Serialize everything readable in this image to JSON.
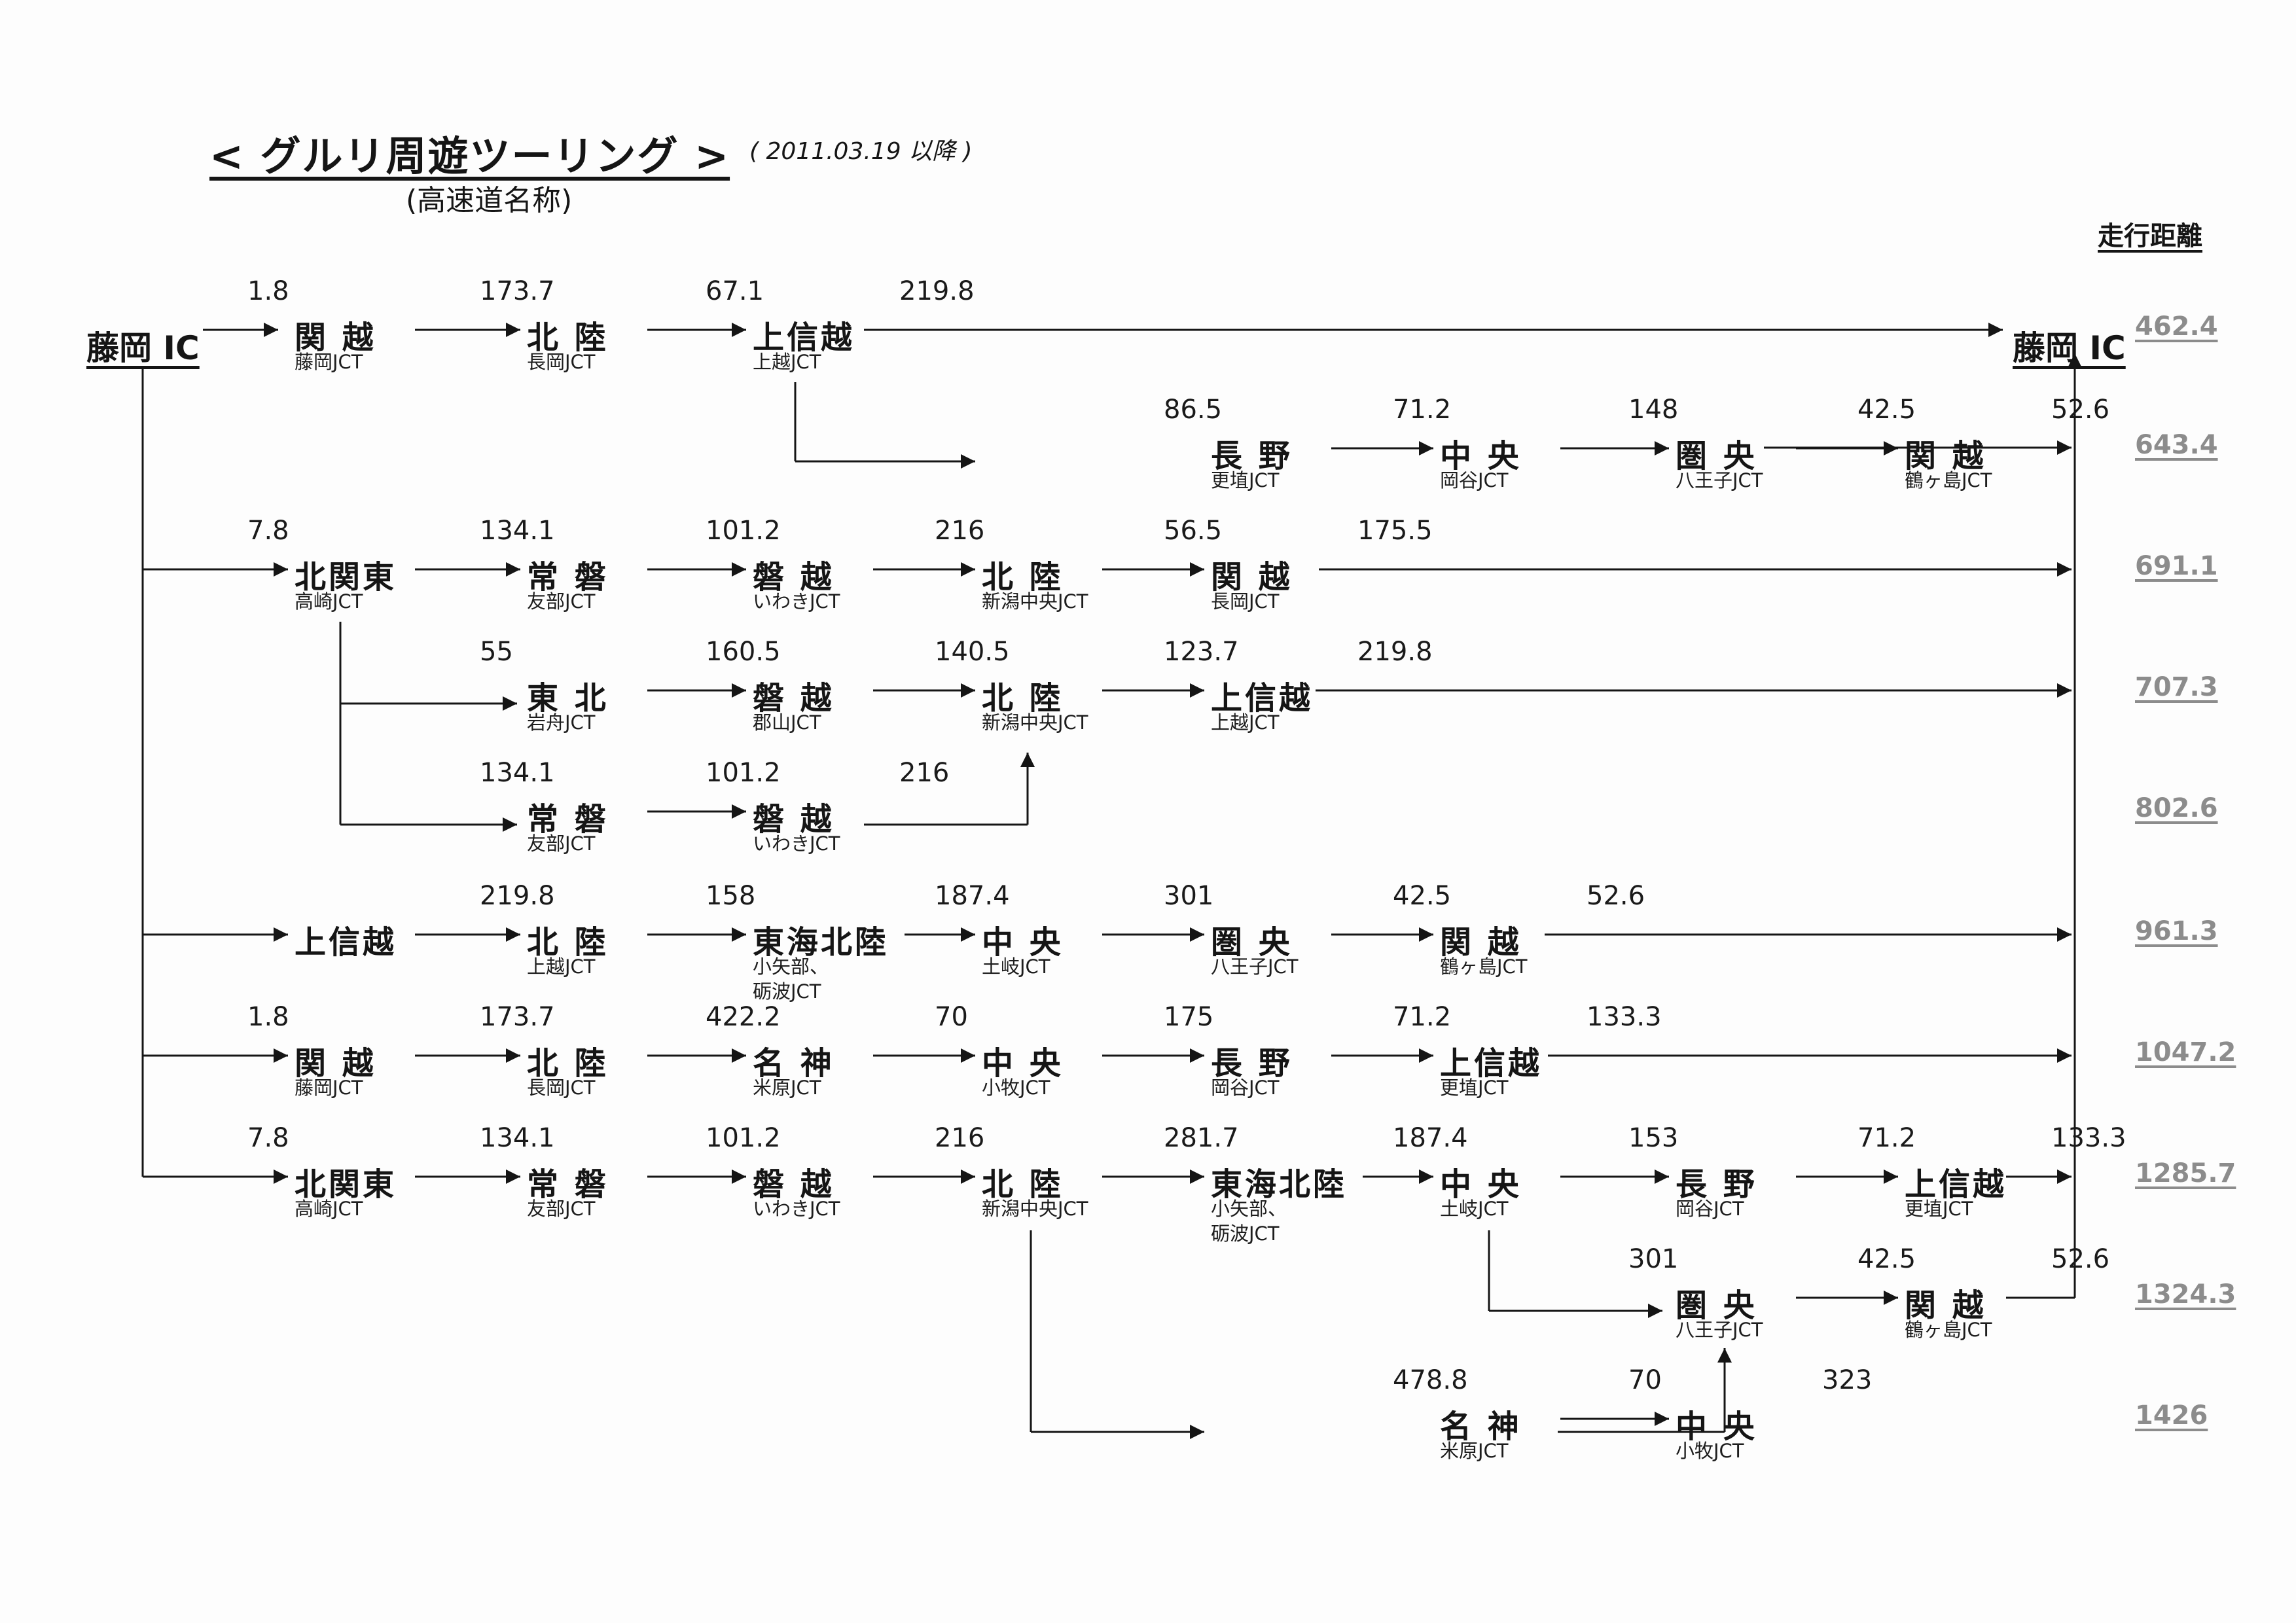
{
  "title": "< グルリ周遊ツーリング >",
  "subtitle": "(高速道名称)",
  "date": "( 2011.03.19 以降 )",
  "header_distance": "走行距離",
  "start_ic": "藤岡 IC",
  "end_ic": "藤岡 IC",
  "colors": {
    "ink": "#151515",
    "total": "#8c8c8c",
    "background": "#fdfdfd"
  },
  "routes": [
    {
      "id": "r1",
      "segments": [
        {
          "road": "関 越",
          "jct": "藤岡JCT",
          "dist": "1.8"
        },
        {
          "road": "北 陸",
          "jct": "長岡JCT",
          "dist": "173.7"
        },
        {
          "road": "上信越",
          "jct": "上越JCT",
          "dist": "67.1"
        }
      ],
      "final_dist": "219.8",
      "total": "462.4"
    },
    {
      "id": "r2",
      "segments": [
        {
          "road": "長 野",
          "jct": "更埴JCT",
          "dist": "86.5"
        },
        {
          "road": "中 央",
          "jct": "岡谷JCT",
          "dist": "71.2"
        },
        {
          "road": "圏 央",
          "jct": "八王子JCT",
          "dist": "148"
        },
        {
          "road": "関 越",
          "jct": "鶴ヶ島JCT",
          "dist": "42.5"
        }
      ],
      "final_dist": "52.6",
      "total": "643.4"
    },
    {
      "id": "r3",
      "segments": [
        {
          "road": "北関東",
          "jct": "高崎JCT",
          "dist": "7.8"
        },
        {
          "road": "常 磐",
          "jct": "友部JCT",
          "dist": "134.1"
        },
        {
          "road": "磐 越",
          "jct": "いわきJCT",
          "dist": "101.2"
        },
        {
          "road": "北 陸",
          "jct": "新潟中央JCT",
          "dist": "216"
        },
        {
          "road": "関 越",
          "jct": "長岡JCT",
          "dist": "56.5"
        }
      ],
      "final_dist": "175.5",
      "total": "691.1"
    },
    {
      "id": "r4",
      "segments": [
        {
          "road": "東 北",
          "jct": "岩舟JCT",
          "dist": "55"
        },
        {
          "road": "磐 越",
          "jct": "郡山JCT",
          "dist": "160.5"
        },
        {
          "road": "北 陸",
          "jct": "新潟中央JCT",
          "dist": "140.5"
        },
        {
          "road": "上信越",
          "jct": "上越JCT",
          "dist": "123.7"
        }
      ],
      "final_dist": "219.8",
      "total": "707.3"
    },
    {
      "id": "r5",
      "segments": [
        {
          "road": "常 磐",
          "jct": "友部JCT",
          "dist": "134.1"
        },
        {
          "road": "磐 越",
          "jct": "いわきJCT",
          "dist": "101.2"
        }
      ],
      "final_dist": "216",
      "total": "802.6"
    },
    {
      "id": "r6",
      "segments": [
        {
          "road": "上信越",
          "jct": "",
          "dist": ""
        },
        {
          "road": "北 陸",
          "jct": "上越JCT",
          "dist": "219.8"
        },
        {
          "road": "東海北陸",
          "jct": "小矢部、\n砺波JCT",
          "dist": "158"
        },
        {
          "road": "中 央",
          "jct": "土岐JCT",
          "dist": "187.4"
        },
        {
          "road": "圏 央",
          "jct": "八王子JCT",
          "dist": "301"
        },
        {
          "road": "関 越",
          "jct": "鶴ヶ島JCT",
          "dist": "42.5"
        }
      ],
      "final_dist": "52.6",
      "total": "961.3"
    },
    {
      "id": "r7",
      "segments": [
        {
          "road": "関 越",
          "jct": "藤岡JCT",
          "dist": "1.8"
        },
        {
          "road": "北 陸",
          "jct": "長岡JCT",
          "dist": "173.7"
        },
        {
          "road": "名 神",
          "jct": "米原JCT",
          "dist": "422.2"
        },
        {
          "road": "中 央",
          "jct": "小牧JCT",
          "dist": "70"
        },
        {
          "road": "長 野",
          "jct": "岡谷JCT",
          "dist": "175"
        },
        {
          "road": "上信越",
          "jct": "更埴JCT",
          "dist": "71.2"
        }
      ],
      "final_dist": "133.3",
      "total": "1047.2"
    },
    {
      "id": "r8",
      "segments": [
        {
          "road": "北関東",
          "jct": "高崎JCT",
          "dist": "7.8"
        },
        {
          "road": "常 磐",
          "jct": "友部JCT",
          "dist": "134.1"
        },
        {
          "road": "磐 越",
          "jct": "いわきJCT",
          "dist": "101.2"
        },
        {
          "road": "北 陸",
          "jct": "新潟中央JCT",
          "dist": "216"
        },
        {
          "road": "東海北陸",
          "jct": "小矢部、\n砺波JCT",
          "dist": "281.7"
        },
        {
          "road": "中 央",
          "jct": "土岐JCT",
          "dist": "187.4"
        },
        {
          "road": "長 野",
          "jct": "岡谷JCT",
          "dist": "153"
        },
        {
          "road": "上信越",
          "jct": "更埴JCT",
          "dist": "71.2"
        }
      ],
      "final_dist": "133.3",
      "total": "1285.7"
    },
    {
      "id": "r9",
      "segments": [
        {
          "road": "圏 央",
          "jct": "八王子JCT",
          "dist": "301"
        },
        {
          "road": "関 越",
          "jct": "鶴ヶ島JCT",
          "dist": "42.5"
        }
      ],
      "final_dist": "52.6",
      "total": "1324.3"
    },
    {
      "id": "r10",
      "segments": [
        {
          "road": "名 神",
          "jct": "米原JCT",
          "dist": "478.8"
        },
        {
          "road": "中 央",
          "jct": "小牧JCT",
          "dist": "70"
        }
      ],
      "final_dist": "323",
      "total": "1426"
    }
  ]
}
